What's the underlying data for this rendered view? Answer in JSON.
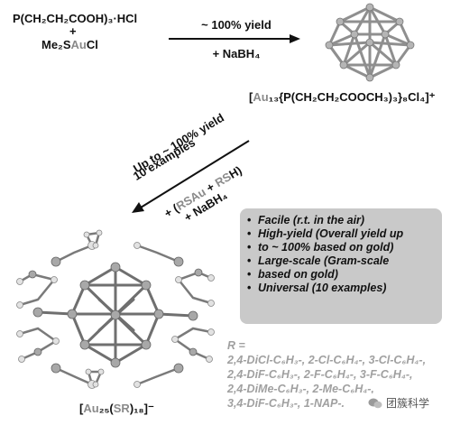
{
  "top_reaction": {
    "reactant1": "P(CH₂CH₂COOH)₃·HCl",
    "plus": "+",
    "reactant2_pre": "Me₂S",
    "reactant2_au": "Au",
    "reactant2_post": "Cl",
    "arrow_above": "~ 100% yield",
    "arrow_below": "+ NaBH₄"
  },
  "au13_label": {
    "open": "[",
    "au": "Au",
    "rest": "₁₃{P(CH₂CH₂COOCH₃)₃}₈Cl₄]⁺"
  },
  "diagonal_reaction": {
    "line1": "Up to ~ 100% yield",
    "line2": "10 examples",
    "line3_pre": "+ (",
    "line3_rsau": "RSAu",
    "line3_mid": " + ",
    "line3_rs": "RS",
    "line3_post": "H)",
    "line4": "+ NaBH₄"
  },
  "features": {
    "items": [
      "Facile (r.t. in the air)",
      "High-yield (Overall yield up",
      "to ~ 100% based on gold)",
      "Large-scale (Gram-scale",
      "based on gold)",
      "Universal (10 examples)"
    ]
  },
  "r_groups": {
    "lines": [
      "R =",
      "2,4-DiCl-C₆H₃-, 2-Cl-C₆H₄-, 3-Cl-C₆H₄-,",
      "2,4-DiF-C₆H₃-, 2-F-C₆H₄-, 3-F-C₆H₄-,",
      "2,4-DiMe-C₆H₃-, 2-Me-C₆H₄-,",
      "3,4-DiF-C₆H₃-, 1-NAP-."
    ]
  },
  "au25_label": {
    "open": "[",
    "au": "Au",
    "mid1": "₂₅(",
    "sr": "SR",
    "mid2": ")₁₈]⁻"
  },
  "watermark": "团簇科学",
  "colors": {
    "gold_atom": "#9a9a9a",
    "sulfur_atom": "#d8d8d8",
    "panel_bg": "#c9c9c9",
    "r_text": "#a0a0a0",
    "highlight_text": "#8a8a8a"
  }
}
